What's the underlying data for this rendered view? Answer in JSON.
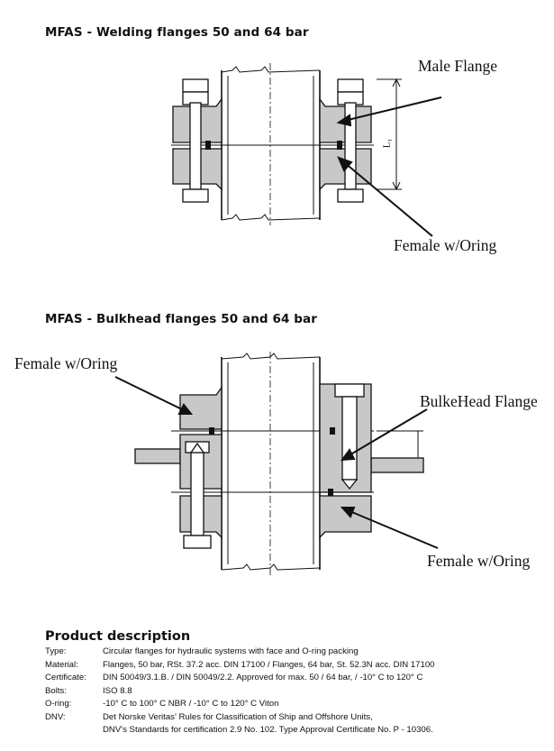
{
  "section1": {
    "heading": "MFAS - Welding flanges 50 and 64 bar",
    "labels": {
      "male_flange": "Male Flange",
      "female_oring": "Female w/Oring",
      "dimension": "L₁"
    }
  },
  "section2": {
    "heading": "MFAS - Bulkhead flanges 50 and 64 bar",
    "labels": {
      "female_oring_top": "Female w/Oring",
      "bulkhead_flange": "BulkeHead Flange",
      "female_oring_bottom": "Female w/Oring"
    }
  },
  "product_description": {
    "title": "Product  description",
    "rows": [
      {
        "key": "Type:",
        "value": "Circular flanges for hydraulic systems with face and O-ring packing"
      },
      {
        "key": "Material:",
        "value": "Flanges, 50 bar, RSt. 37.2 acc. DIN 17100 / Flanges, 64 bar, St. 52.3N acc. DIN 17100"
      },
      {
        "key": "Certificate:",
        "value": "DIN 50049/3.1.B. / DIN 50049/2.2. Approved for max. 50 / 64 bar, / -10° C to 120° C"
      },
      {
        "key": "Bolts:",
        "value": "ISO 8.8"
      },
      {
        "key": "O-ring:",
        "value": "-10° C to 100° C NBR / -10° C to 120° C Viton"
      },
      {
        "key": "DNV:",
        "value": "Det Norske Veritas' Rules for Classification of Ship and Offshore Units,"
      }
    ],
    "continuation": "DNV's Standards for certification 2.9 No. 102. Type Approval Certificate No. P - 10306."
  },
  "colors": {
    "flange_fill": "#c8c8c8",
    "line": "#111111"
  }
}
